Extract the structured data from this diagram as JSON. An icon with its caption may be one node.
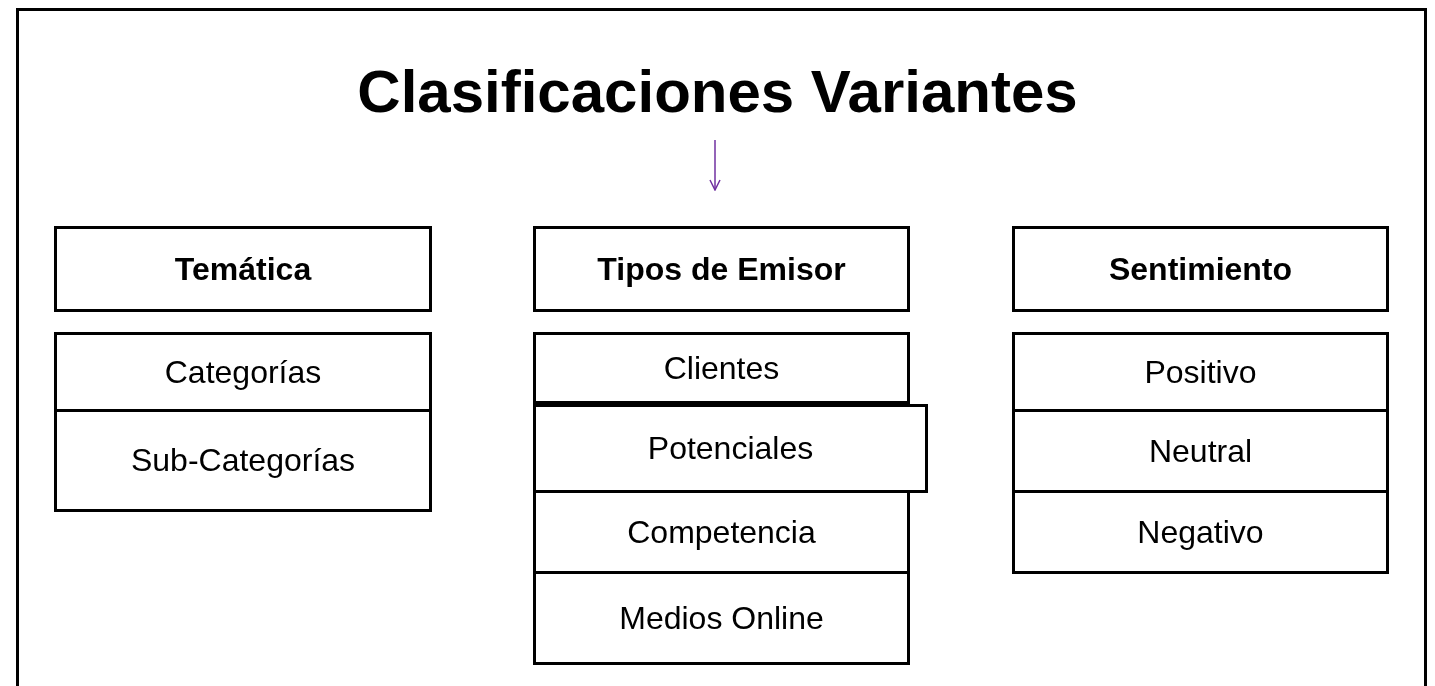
{
  "diagram": {
    "title": "Clasificaciones Variantes",
    "nodes": [
      {
        "text": [
          "Temática"
        ]
      },
      {
        "text": [
          "Categorías"
        ]
      },
      {
        "text": [
          "Sub-Categorías"
        ]
      },
      {
        "text": [
          "Tipos de Emisor"
        ]
      },
      {
        "text": [
          "Clientes"
        ]
      },
      {
        "text": [
          "Potenciales"
        ]
      },
      {
        "text": [
          "Competencia"
        ]
      },
      {
        "text": [
          "Medios Online"
        ]
      },
      {
        "text": [
          "Sentimiento"
        ]
      },
      {
        "text": [
          "Positivo"
        ]
      },
      {
        "text": [
          "Neutral"
        ]
      },
      {
        "text": [
          "Negativo"
        ]
      }
    ],
    "edges": [
      {
        "from": null,
        "to": 3,
        "arrow": "to",
        "color": "#7030a0"
      }
    ]
  }
}
